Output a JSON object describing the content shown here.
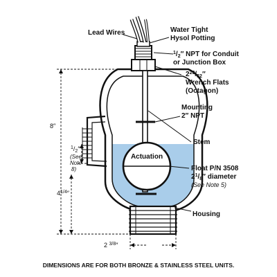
{
  "labels": {
    "lead_wires": "Lead Wires",
    "water_tight_1": "Water Tight",
    "water_tight_2": "Hysol Potting",
    "npt_frac_num": "1",
    "npt_frac_den": "2",
    "npt_unit": "″",
    "npt_text": "NPT for Conduit",
    "npt_text_2": "or Junction Box",
    "wrench_whole": "2",
    "wrench_num": "23",
    "wrench_den": "32",
    "wrench_unit": "″",
    "wrench_text": "Wrench Flats",
    "wrench_text_2": "(Octagon)",
    "mounting_1": "Mounting",
    "mounting_2": "2″ NPT",
    "stem": "Stem",
    "actuation": "Actuation",
    "float_1": "Float P/N 3508",
    "float_whole": "2",
    "float_num": "1",
    "float_den": "8",
    "float_text": "″ diameter",
    "float_note": "(See Note 5)",
    "housing": "Housing"
  },
  "dimensions": {
    "height_total": "8″",
    "port_num": "1",
    "port_den": "2",
    "port_unit": "″",
    "port_note_1": "(See",
    "port_note_2": "Note",
    "port_note_3": "8)",
    "lower_whole": "4",
    "lower_frac": "1/4",
    "lower_unit": "″",
    "width_whole": "2",
    "width_frac": "3/8",
    "width_unit": "″"
  },
  "footer": "DIMENSIONS ARE FOR BOTH BRONZE & STAINLESS STEEL UNITS.",
  "colors": {
    "water": "#a9cdea",
    "water_edge": "#7fb2dc",
    "line": "#111111"
  }
}
